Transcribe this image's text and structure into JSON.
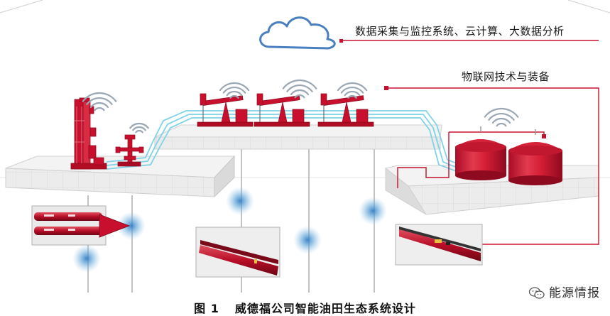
{
  "labels": {
    "cloud": "数据采集与监控系统、云计算、大数据分析",
    "iot": "物联网技术与装备"
  },
  "caption": {
    "figure": "图 1",
    "title": "威德福公司智能油田生态系统设计"
  },
  "watermark": "能源情报",
  "colors": {
    "equipment_red": "#c8102e",
    "pipe_cyan": "#7fd3e6",
    "cloud_blue": "#4a7fc0",
    "signal_blue": "#3a86c8",
    "platform_gray": "#e9e9e9"
  }
}
